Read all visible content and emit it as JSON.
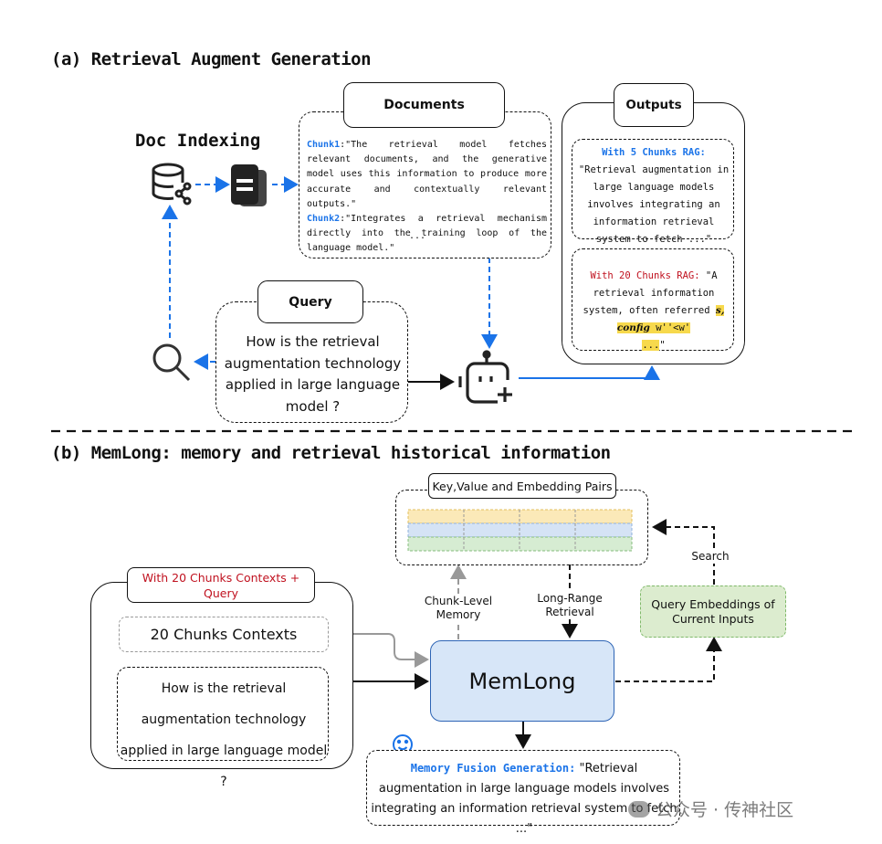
{
  "part_a": {
    "title": "(a) Retrieval Augment Generation",
    "doc_indexing_label": "Doc Indexing",
    "documents": {
      "header": "Documents",
      "chunk1_label": "Chunk1",
      "chunk1_text": ":\"The retrieval model fetches relevant documents, and the generative model uses this information to produce more accurate and contextually relevant outputs.\"",
      "chunk2_label": "Chunk2",
      "chunk2_text": ":\"Integrates a retrieval mechanism directly into the training loop of the language model.\"",
      "ellipsis": "..."
    },
    "query": {
      "header": "Query",
      "text": "How is the retrieval augmentation technology applied in large language model ?"
    },
    "outputs": {
      "header": "Outputs",
      "good_label": "With 5 Chunks RAG:",
      "good_text": " \"Retrieval augmentation in large language models involves integrating an information retrieval system to fetch ...\"",
      "bad_label": "With 20 Chunks RAG:",
      "bad_text": " \"A retrieval information system, often referred ",
      "bad_garbled": "s, config",
      "bad_garbled_tail": " w''<w'",
      "bad_end": "...",
      "bad_close": "\""
    },
    "icons": [
      "database-share-icon",
      "document-stack-icon",
      "search-icon",
      "bot-plus-icon",
      "smile-icon",
      "frown-icon"
    ]
  },
  "part_b": {
    "title": "(b) MemLong: memory and retrieval historical information",
    "input_box": {
      "header": "With 20 Chunks Contexts + Query",
      "contexts": "20 Chunks Contexts",
      "query": "How is the retrieval augmentation technology applied in large language model ?"
    },
    "kv_box": {
      "header": "Key,Value and Embedding Pairs"
    },
    "memlong": "MemLong",
    "chunk_level_memory": "Chunk-Level Memory",
    "long_range_retrieval": "Long-Range Retrieval",
    "search": "Search",
    "query_embeddings": "Query Embeddings of Current Inputs",
    "generation": {
      "label": "Memory Fusion Generation:",
      "text": " \"Retrieval augmentation in large language models involves integrating an information retrieval system to fetch ...\""
    }
  },
  "watermark": "公众号 · 传神社区",
  "colors": {
    "accent_blue": "#1a73e8",
    "bad_red": "#c0111f",
    "memlong_fill": "#d7e6f8",
    "embed_fill": "#dceccf",
    "highlight": "#f7d94c"
  }
}
